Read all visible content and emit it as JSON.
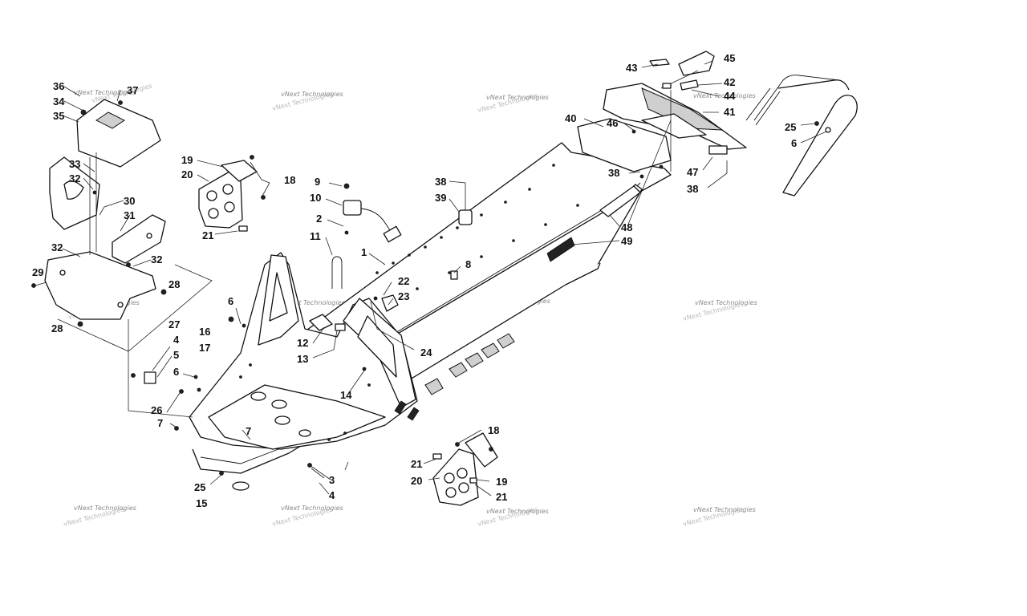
{
  "watermark": "vNext Technologies",
  "callouts": [
    {
      "id": "c36",
      "label": "36"
    },
    {
      "id": "c37",
      "label": "37"
    },
    {
      "id": "c34",
      "label": "34"
    },
    {
      "id": "c35",
      "label": "35"
    },
    {
      "id": "c33",
      "label": "33"
    },
    {
      "id": "c32a",
      "label": "32"
    },
    {
      "id": "c30",
      "label": "30"
    },
    {
      "id": "c31",
      "label": "31"
    },
    {
      "id": "c32b",
      "label": "32"
    },
    {
      "id": "c32c",
      "label": "32"
    },
    {
      "id": "c29",
      "label": "29"
    },
    {
      "id": "c28a",
      "label": "28"
    },
    {
      "id": "c28b",
      "label": "28"
    },
    {
      "id": "c27",
      "label": "27"
    },
    {
      "id": "c19a",
      "label": "19"
    },
    {
      "id": "c20a",
      "label": "20"
    },
    {
      "id": "c18a",
      "label": "18"
    },
    {
      "id": "c21a",
      "label": "21"
    },
    {
      "id": "c9",
      "label": "9"
    },
    {
      "id": "c10",
      "label": "10"
    },
    {
      "id": "c2",
      "label": "2"
    },
    {
      "id": "c11",
      "label": "11"
    },
    {
      "id": "c1",
      "label": "1"
    },
    {
      "id": "c38a",
      "label": "38"
    },
    {
      "id": "c39",
      "label": "39"
    },
    {
      "id": "c8",
      "label": "8"
    },
    {
      "id": "c22",
      "label": "22"
    },
    {
      "id": "c23",
      "label": "23"
    },
    {
      "id": "c6a",
      "label": "6"
    },
    {
      "id": "c16",
      "label": "16"
    },
    {
      "id": "c17",
      "label": "17"
    },
    {
      "id": "c12",
      "label": "12"
    },
    {
      "id": "c13",
      "label": "13"
    },
    {
      "id": "c24",
      "label": "24"
    },
    {
      "id": "c4a",
      "label": "4"
    },
    {
      "id": "c5",
      "label": "5"
    },
    {
      "id": "c6b",
      "label": "6"
    },
    {
      "id": "c14",
      "label": "14"
    },
    {
      "id": "c26",
      "label": "26"
    },
    {
      "id": "c7a",
      "label": "7"
    },
    {
      "id": "c7b",
      "label": "7"
    },
    {
      "id": "c25a",
      "label": "25"
    },
    {
      "id": "c15",
      "label": "15"
    },
    {
      "id": "c3",
      "label": "3"
    },
    {
      "id": "c4b",
      "label": "4"
    },
    {
      "id": "c18b",
      "label": "18"
    },
    {
      "id": "c21b",
      "label": "21"
    },
    {
      "id": "c20b",
      "label": "20"
    },
    {
      "id": "c19b",
      "label": "19"
    },
    {
      "id": "c21c",
      "label": "21"
    },
    {
      "id": "c43",
      "label": "43"
    },
    {
      "id": "c45",
      "label": "45"
    },
    {
      "id": "c42",
      "label": "42"
    },
    {
      "id": "c44",
      "label": "44"
    },
    {
      "id": "c40",
      "label": "40"
    },
    {
      "id": "c46",
      "label": "46"
    },
    {
      "id": "c41",
      "label": "41"
    },
    {
      "id": "c38b",
      "label": "38"
    },
    {
      "id": "c47",
      "label": "47"
    },
    {
      "id": "c38c",
      "label": "38"
    },
    {
      "id": "c25b",
      "label": "25"
    },
    {
      "id": "c6c",
      "label": "6"
    },
    {
      "id": "c48",
      "label": "48"
    },
    {
      "id": "c49",
      "label": "49"
    }
  ]
}
